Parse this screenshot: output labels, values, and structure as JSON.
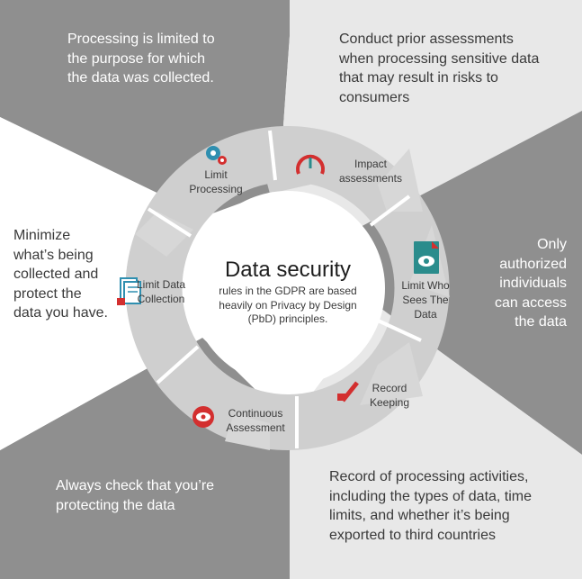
{
  "center": {
    "title": "Data security",
    "subtitle": "rules in the GDPR are based heavily on Privacy by Design (PbD) principles."
  },
  "steps": [
    {
      "label": "Limit Processing",
      "icon": "gears-icon"
    },
    {
      "label": "Impact assessments",
      "icon": "gauge-icon"
    },
    {
      "label": "Limit Who Sees The Data",
      "icon": "eye-document-icon"
    },
    {
      "label": "Record Keeping",
      "icon": "pen-lock-icon"
    },
    {
      "label": "Continuous Assessment",
      "icon": "eye-icon"
    },
    {
      "label": "Limit Data Collection",
      "icon": "documents-lock-icon"
    }
  ],
  "descriptions": {
    "limit_processing": "Processing is limited to the purpose for which the data was collected.",
    "impact_assessments": "Conduct prior assessments when processing sensitive data that may result in risks to consumers",
    "limit_who_sees": "Only authorized individuals can access the data",
    "record_keeping": "Record of processing activities, including the types of data, time limits, and whether it’s being exported to third countries",
    "continuous_assessment": "Always check that you’re protecting the data",
    "limit_data_collection": "Minimize what’s being collected and protect the data you have."
  },
  "colors": {
    "dark_panel": "#8f8f8f",
    "light_panel": "#e8e8e8",
    "ring": "#cfcfcf",
    "accent_red": "#d32f2f",
    "accent_teal": "#2a8c8c",
    "icon_blue": "#2f8fb0"
  }
}
